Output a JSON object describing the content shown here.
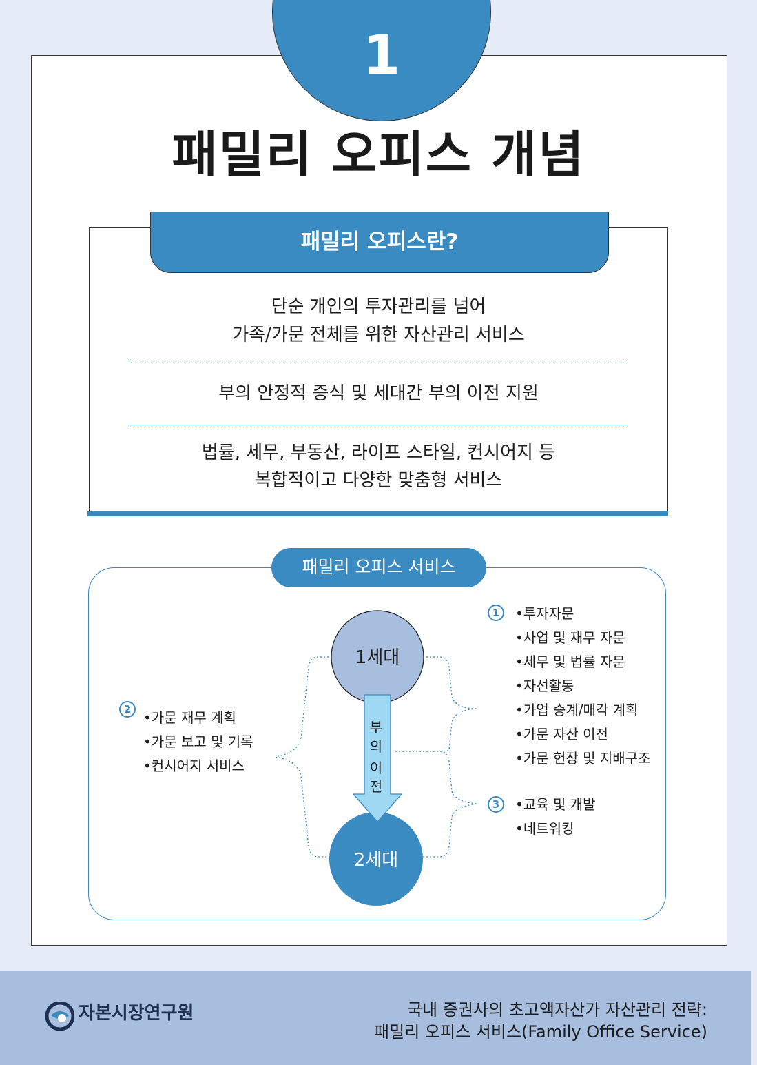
{
  "header": {
    "number": "1",
    "title": "패밀리 오피스 개념"
  },
  "definition": {
    "tab_label": "패밀리 오피스란?",
    "lines": [
      "단순 개인의 투자관리를 넘어",
      "가족/가문 전체를 위한 자산관리 서비스",
      "부의 안정적 증식 및 세대간 부의 이전 지원",
      "법률, 세무, 부동산, 라이프 스타일, 컨시어지 등",
      "복합적이고 다양한 맞춤형 서비스"
    ]
  },
  "services": {
    "title": "패밀리 오피스 서비스",
    "generation_1": "1세대",
    "generation_2": "2세대",
    "transfer_chars": [
      "부",
      "의",
      "이",
      "전"
    ],
    "group_1": {
      "badge": "1",
      "items": [
        "•투자자문",
        "•사업 및 재무 자문",
        "•세무 및 법률 자문",
        "•자선활동",
        "•가업 승계/매각 계획",
        "•가문 자산 이전",
        "•가문 헌장 및 지배구조"
      ]
    },
    "group_2": {
      "badge": "2",
      "items": [
        "•가문 재무 계획",
        "•가문 보고 및 기록",
        "•컨시어지 서비스"
      ]
    },
    "group_3": {
      "badge": "3",
      "items": [
        "•교육 및 개발",
        "•네트워킹"
      ]
    }
  },
  "footer": {
    "org_name": "자본시장연구원",
    "report_title_line1": "국내 증권사의 초고액자산가  자산관리 전략:",
    "report_title_line2": "패밀리 오피스 서비스(Family Office Service)"
  },
  "colors": {
    "accent": "#3a8bc2",
    "background": "#e6edf9",
    "footer": "#a8bedf",
    "gen1_circle": "#a8bedf",
    "gen2_circle": "#3a8bc2",
    "arrow": "#9fd8f2"
  }
}
